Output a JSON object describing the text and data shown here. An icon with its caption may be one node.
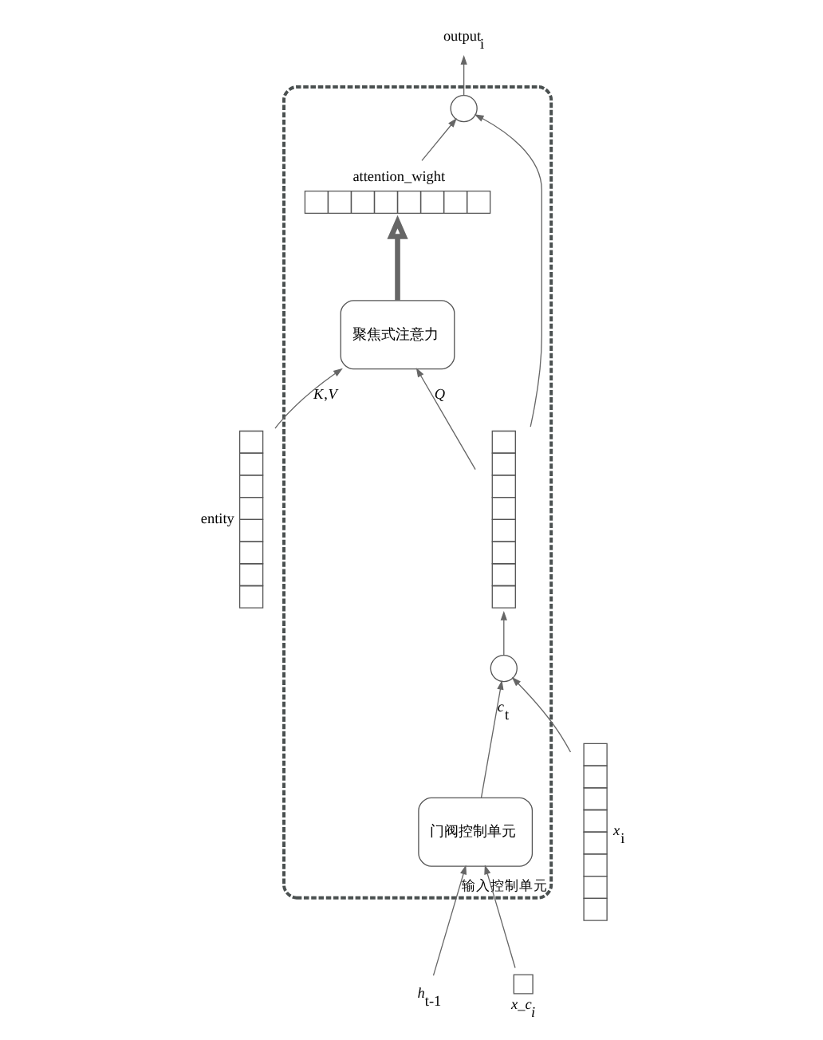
{
  "diagram": {
    "nodes": [
      {
        "text": [
          "输入控制单元"
        ]
      },
      {
        "text": [
          "attention_wight"
        ],
        "in": 0
      },
      {
        "text": [],
        "shape": "circle",
        "in": 0
      },
      {
        "text": [
          "聚焦式注意力"
        ],
        "in": 0
      },
      {
        "text": [],
        "shape": "bar",
        "in": 0
      },
      {
        "text": [
          "门阀控制单元"
        ],
        "in": 0
      },
      {
        "text": [],
        "shape": "circle",
        "in": 0
      },
      {
        "text": [
          "entity"
        ]
      },
      {
        "text": [
          "*h*$_{t-1}$"
        ]
      },
      {
        "text": [
          "x_c$_{i}$"
        ]
      },
      {
        "text": [
          "*x*$_{i}$"
        ]
      },
      {
        "text": [
          "output$_{i}$"
        ]
      }
    ],
    "edges": [
      {
        "from": 1,
        "to": 2,
        "arrow": "to"
      },
      {
        "from": 3,
        "to": 1,
        "arrow": "to",
        "style": "thick"
      },
      {
        "from": 4,
        "to": 2,
        "arrow": "to"
      },
      {
        "from": 2,
        "to": 11,
        "arrow": "to"
      },
      {
        "from": 7,
        "to": 3,
        "arrow": "to",
        "label": "*K*,*V*"
      },
      {
        "from": 4,
        "to": 3,
        "arrow": "to",
        "label": "*Q*"
      },
      {
        "from": 8,
        "to": 5,
        "arrow": "to"
      },
      {
        "from": 9,
        "to": 5,
        "arrow": "to"
      },
      {
        "from": 5,
        "to": 6,
        "arrow": "to",
        "label": "*c*$_{t}$"
      },
      {
        "from": 6,
        "to": 4,
        "arrow": "to"
      },
      {
        "from": 10,
        "to": 6,
        "arrow": "to"
      }
    ]
  }
}
